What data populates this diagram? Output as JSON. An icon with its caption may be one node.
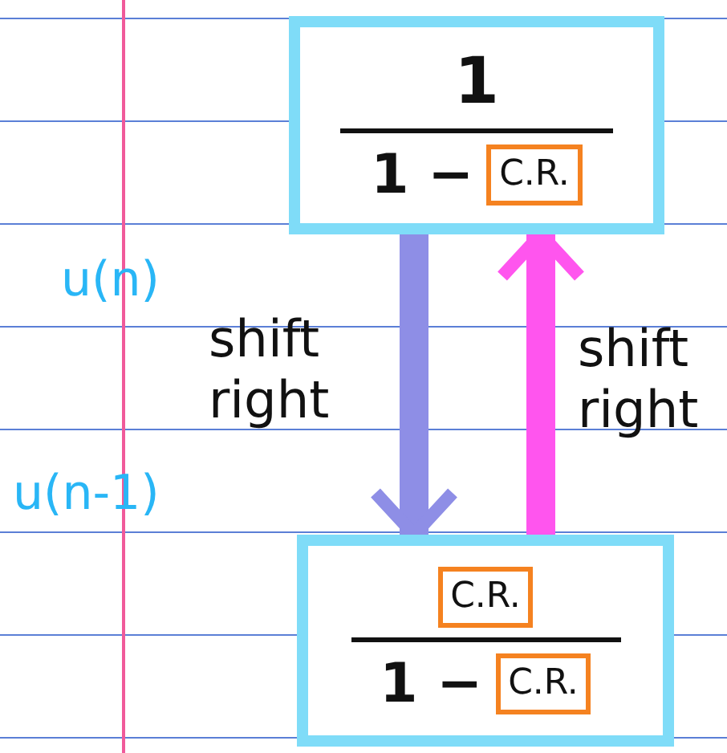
{
  "diagram": {
    "nodes": [
      {
        "text": [
          "1",
          "1 −"
        ]
      },
      {
        "text": [
          "C.R."
        ],
        "in": 0
      },
      {
        "text": [
          "1 −"
        ]
      },
      {
        "text": [
          "C.R."
        ],
        "in": 2
      },
      {
        "text": [
          "C.R."
        ],
        "in": 2
      }
    ],
    "edges": [
      {
        "from": 0,
        "to": 2,
        "arrow": "to",
        "label": "shift right",
        "color": "#8e8ee6"
      },
      {
        "from": 2,
        "to": 0,
        "arrow": "to",
        "label": "shift right",
        "color": "#ff55ee"
      }
    ],
    "labels": [
      "u(n)",
      "u(n-1)"
    ]
  }
}
